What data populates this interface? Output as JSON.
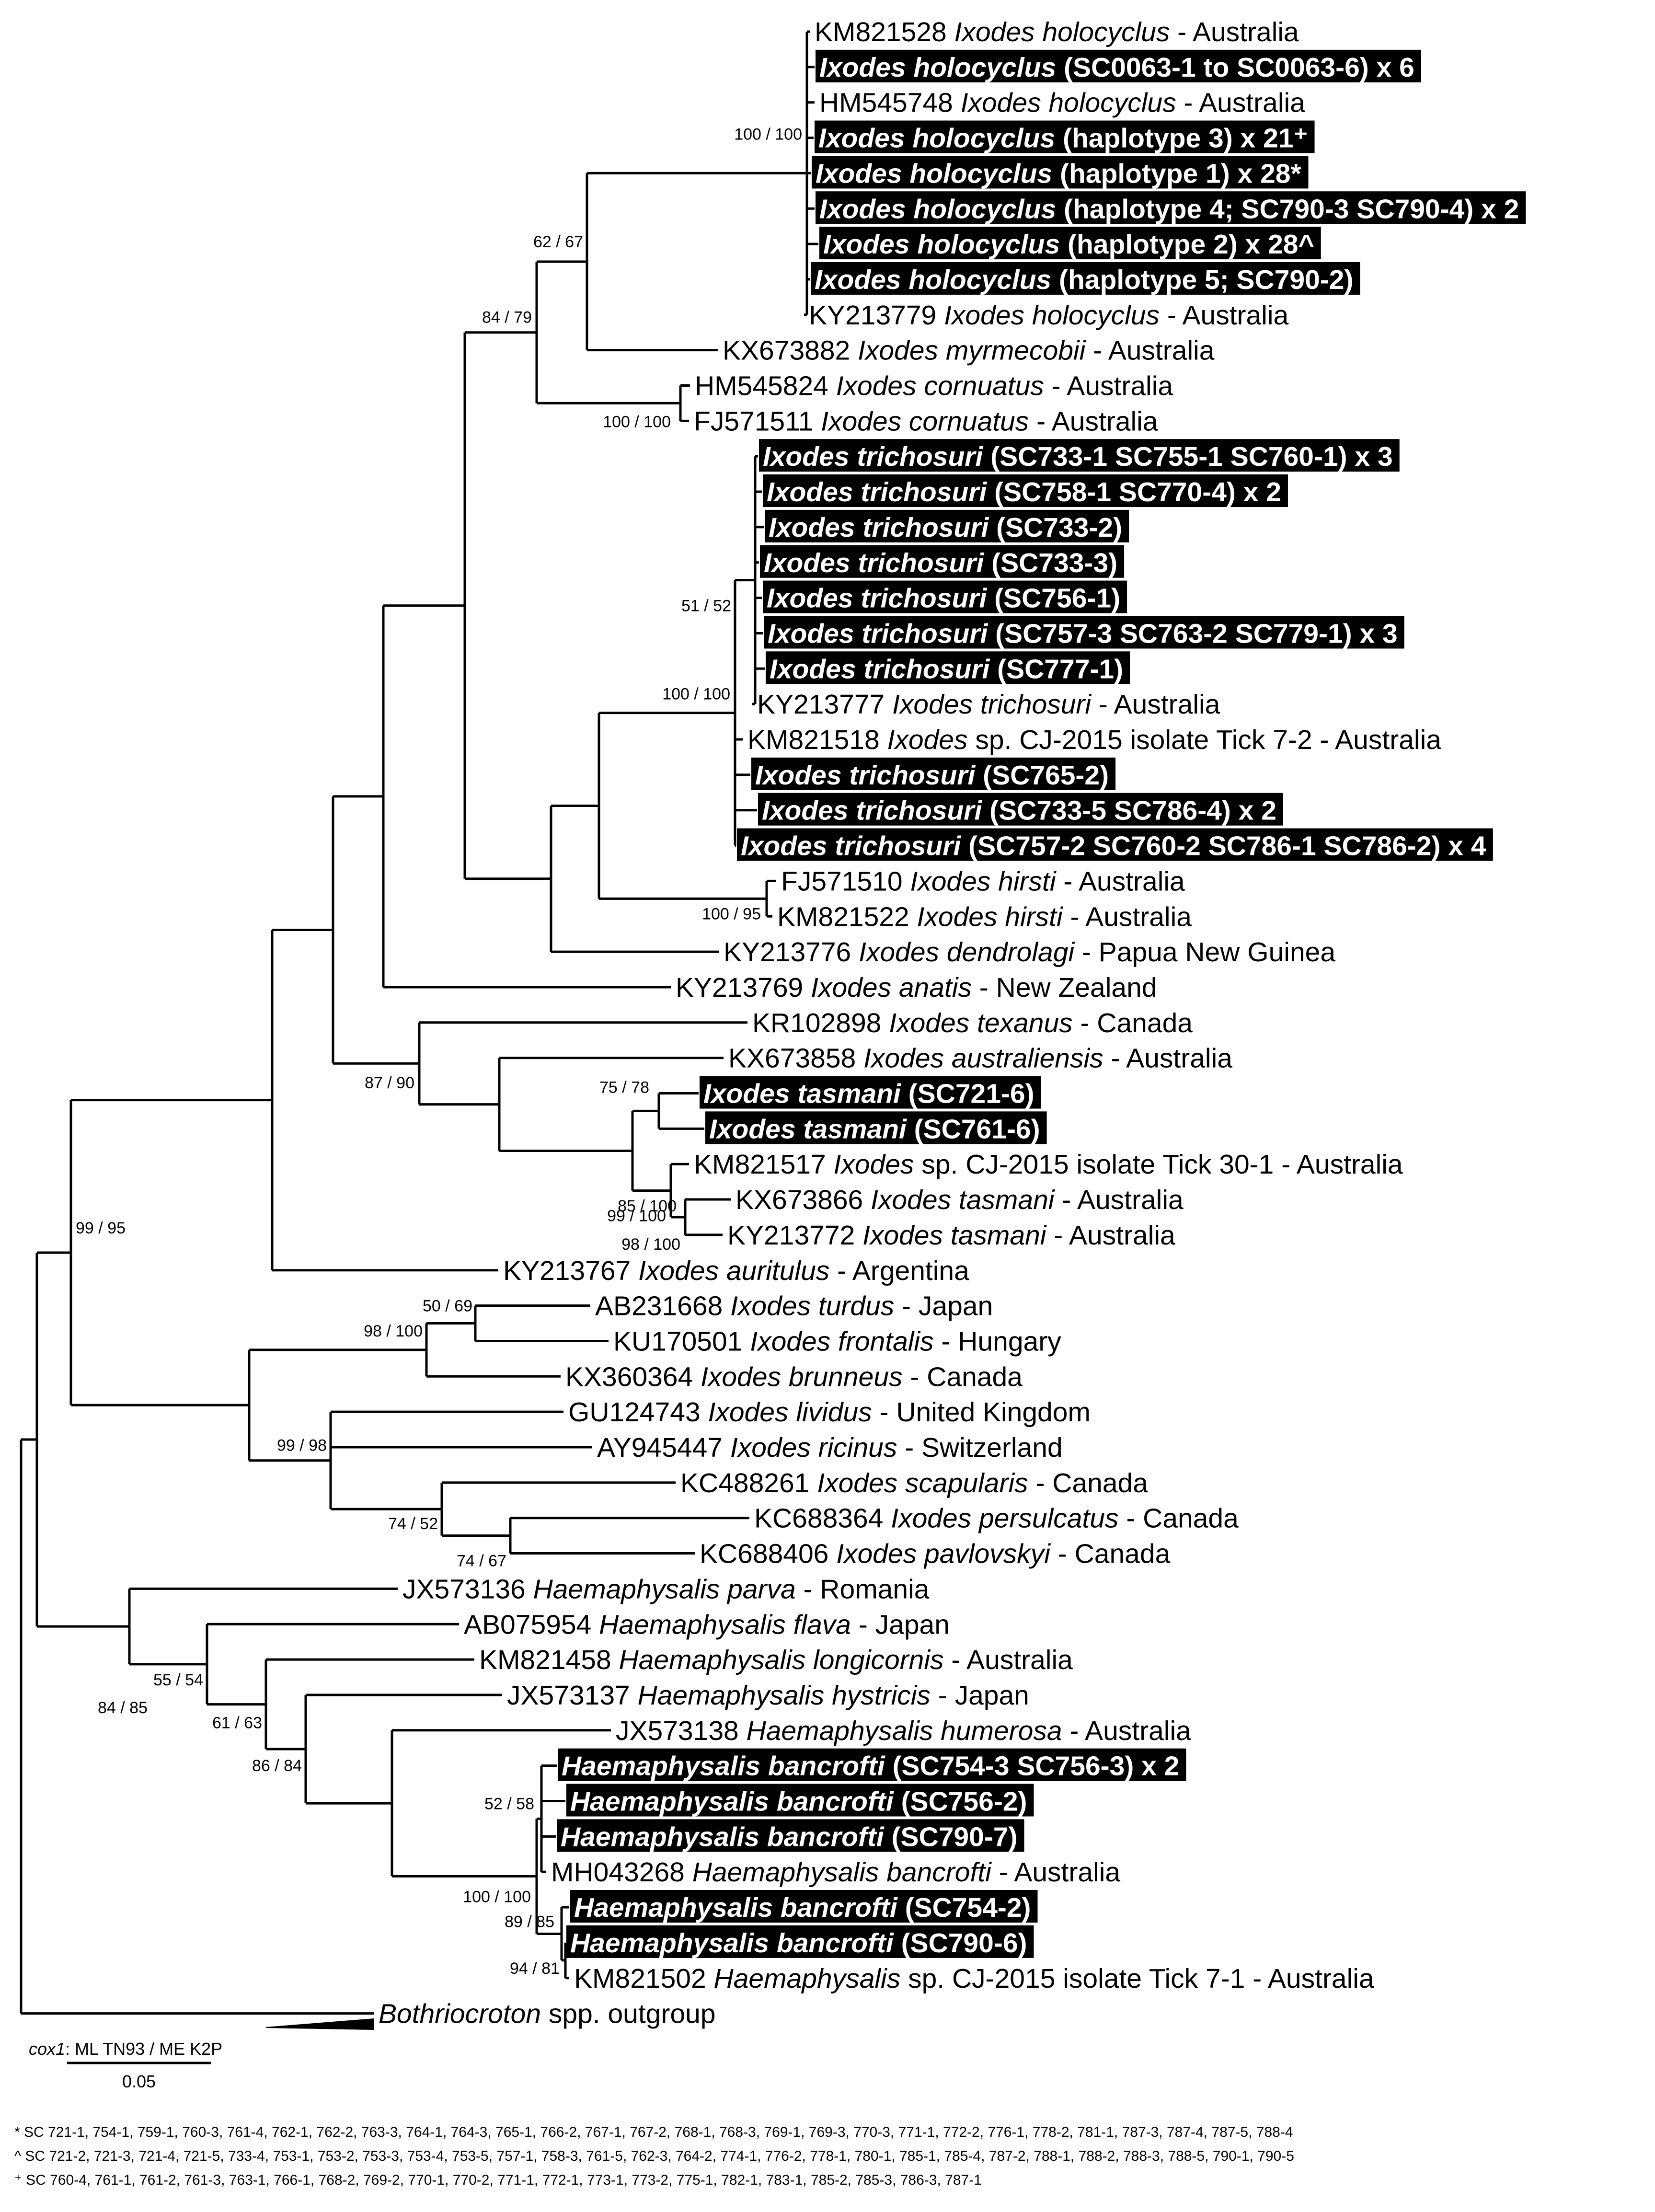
{
  "legend": {
    "method": "ML TN93 / ME K2P",
    "gene": "cox1",
    "scale": "0.05"
  },
  "tips": [
    {
      "id": "t1",
      "acc": "KM821528",
      "taxon": "Ixodes holocyclus",
      "rest": "",
      "loc": "Australia",
      "hl": false
    },
    {
      "id": "t2",
      "acc": "",
      "taxon": "Ixodes holocyclus",
      "rest": "(SC0063-1 to SC0063-6) x 6",
      "loc": "",
      "hl": true
    },
    {
      "id": "t3",
      "acc": "HM545748",
      "taxon": "Ixodes holocyclus",
      "rest": "",
      "loc": "Australia",
      "hl": false
    },
    {
      "id": "t4",
      "acc": "",
      "taxon": "Ixodes holocyclus",
      "rest": "(haplotype 3) x 21⁺",
      "loc": "",
      "hl": true
    },
    {
      "id": "t5",
      "acc": "",
      "taxon": "Ixodes holocyclus",
      "rest": "(haplotype 1) x 28*",
      "loc": "",
      "hl": true
    },
    {
      "id": "t6",
      "acc": "",
      "taxon": "Ixodes holocyclus",
      "rest": "(haplotype 4; SC790-3 SC790-4) x 2",
      "loc": "",
      "hl": true
    },
    {
      "id": "t7",
      "acc": "",
      "taxon": "Ixodes holocyclus",
      "rest": "(haplotype 2) x 28^",
      "loc": "",
      "hl": true
    },
    {
      "id": "t8",
      "acc": "",
      "taxon": "Ixodes holocyclus",
      "rest": "(haplotype 5; SC790-2)",
      "loc": "",
      "hl": true
    },
    {
      "id": "t9",
      "acc": "KY213779",
      "taxon": "Ixodes holocyclus",
      "rest": "",
      "loc": "Australia",
      "hl": false
    },
    {
      "id": "t10",
      "acc": "KX673882",
      "taxon": "Ixodes myrmecobii",
      "rest": "",
      "loc": "Australia",
      "hl": false
    },
    {
      "id": "t11",
      "acc": "HM545824",
      "taxon": "Ixodes cornuatus",
      "rest": "",
      "loc": "Australia",
      "hl": false
    },
    {
      "id": "t12",
      "acc": "FJ571511",
      "taxon": "Ixodes cornuatus",
      "rest": "",
      "loc": "Australia",
      "hl": false
    },
    {
      "id": "t13",
      "acc": "",
      "taxon": "Ixodes trichosuri",
      "rest": "(SC733-1 SC755-1 SC760-1) x 3",
      "loc": "",
      "hl": true
    },
    {
      "id": "t14",
      "acc": "",
      "taxon": "Ixodes trichosuri",
      "rest": "(SC758-1 SC770-4) x 2",
      "loc": "",
      "hl": true
    },
    {
      "id": "t15",
      "acc": "",
      "taxon": "Ixodes trichosuri",
      "rest": "(SC733-2)",
      "loc": "",
      "hl": true
    },
    {
      "id": "t16",
      "acc": "",
      "taxon": "Ixodes trichosuri",
      "rest": "(SC733-3)",
      "loc": "",
      "hl": true
    },
    {
      "id": "t17",
      "acc": "",
      "taxon": "Ixodes trichosuri",
      "rest": "(SC756-1)",
      "loc": "",
      "hl": true
    },
    {
      "id": "t18",
      "acc": "",
      "taxon": "Ixodes trichosuri",
      "rest": "(SC757-3 SC763-2 SC779-1) x 3",
      "loc": "",
      "hl": true
    },
    {
      "id": "t19",
      "acc": "",
      "taxon": "Ixodes trichosuri",
      "rest": "(SC777-1)",
      "loc": "",
      "hl": true
    },
    {
      "id": "t20",
      "acc": "KY213777",
      "taxon": "Ixodes trichosuri",
      "rest": "",
      "loc": "Australia",
      "hl": false
    },
    {
      "id": "t21",
      "acc": "KM821518",
      "taxon": "Ixodes",
      "rest": "sp. CJ-2015 isolate Tick 7-2",
      "loc": "Australia",
      "hl": false
    },
    {
      "id": "t22",
      "acc": "",
      "taxon": "Ixodes trichosuri",
      "rest": "(SC765-2)",
      "loc": "",
      "hl": true
    },
    {
      "id": "t23",
      "acc": "",
      "taxon": "Ixodes trichosuri",
      "rest": "(SC733-5 SC786-4) x 2",
      "loc": "",
      "hl": true
    },
    {
      "id": "t24",
      "acc": "",
      "taxon": "Ixodes trichosuri",
      "rest": "(SC757-2 SC760-2 SC786-1 SC786-2) x 4",
      "loc": "",
      "hl": true
    },
    {
      "id": "t25",
      "acc": "FJ571510",
      "taxon": "Ixodes hirsti",
      "rest": "",
      "loc": "Australia",
      "hl": false
    },
    {
      "id": "t26",
      "acc": "KM821522",
      "taxon": "Ixodes hirsti",
      "rest": "",
      "loc": "Australia",
      "hl": false
    },
    {
      "id": "t27",
      "acc": "KY213776",
      "taxon": "Ixodes dendrolagi",
      "rest": "",
      "loc": "Papua New Guinea",
      "hl": false
    },
    {
      "id": "t28",
      "acc": "KY213769",
      "taxon": "Ixodes anatis",
      "rest": "",
      "loc": "New Zealand",
      "hl": false
    },
    {
      "id": "t29",
      "acc": "KR102898",
      "taxon": "Ixodes texanus",
      "rest": "",
      "loc": "Canada",
      "hl": false
    },
    {
      "id": "t30",
      "acc": "KX673858",
      "taxon": "Ixodes australiensis",
      "rest": "",
      "loc": "Australia",
      "hl": false
    },
    {
      "id": "t31",
      "acc": "",
      "taxon": "Ixodes tasmani",
      "rest": "(SC721-6)",
      "loc": "",
      "hl": true
    },
    {
      "id": "t32",
      "acc": "",
      "taxon": "Ixodes tasmani",
      "rest": "(SC761-6)",
      "loc": "",
      "hl": true
    },
    {
      "id": "t33",
      "acc": "KM821517",
      "taxon": "Ixodes",
      "rest": "sp. CJ-2015 isolate Tick 30-1",
      "loc": "Australia",
      "hl": false
    },
    {
      "id": "t34",
      "acc": "KX673866",
      "taxon": "Ixodes tasmani",
      "rest": "",
      "loc": "Australia",
      "hl": false
    },
    {
      "id": "t35",
      "acc": "KY213772",
      "taxon": "Ixodes tasmani",
      "rest": "",
      "loc": "Australia",
      "hl": false
    },
    {
      "id": "t36",
      "acc": "KY213767",
      "taxon": "Ixodes auritulus",
      "rest": "",
      "loc": "Argentina",
      "hl": false
    },
    {
      "id": "t37",
      "acc": "AB231668",
      "taxon": "Ixodes turdus",
      "rest": "",
      "loc": "Japan",
      "hl": false
    },
    {
      "id": "t38",
      "acc": "KU170501",
      "taxon": "Ixodes frontalis",
      "rest": "",
      "loc": "Hungary",
      "hl": false
    },
    {
      "id": "t39",
      "acc": "KX360364",
      "taxon": "Ixodes brunneus",
      "rest": "",
      "loc": "Canada",
      "hl": false
    },
    {
      "id": "t40",
      "acc": "GU124743",
      "taxon": "Ixodes lividus",
      "rest": "",
      "loc": "United Kingdom",
      "hl": false
    },
    {
      "id": "t41",
      "acc": "AY945447",
      "taxon": "Ixodes ricinus",
      "rest": "",
      "loc": "Switzerland",
      "hl": false
    },
    {
      "id": "t42",
      "acc": "KC488261",
      "taxon": "Ixodes scapularis",
      "rest": "",
      "loc": "Canada",
      "hl": false
    },
    {
      "id": "t43",
      "acc": "KC688364",
      "taxon": "Ixodes persulcatus",
      "rest": "",
      "loc": "Canada",
      "hl": false
    },
    {
      "id": "t44",
      "acc": "KC688406",
      "taxon": "Ixodes pavlovskyi",
      "rest": "",
      "loc": "Canada",
      "hl": false
    },
    {
      "id": "t45",
      "acc": "JX573136",
      "taxon": "Haemaphysalis parva",
      "rest": "",
      "loc": "Romania",
      "hl": false
    },
    {
      "id": "t46",
      "acc": "AB075954",
      "taxon": "Haemaphysalis flava",
      "rest": "",
      "loc": "Japan",
      "hl": false
    },
    {
      "id": "t47",
      "acc": "KM821458",
      "taxon": "Haemaphysalis longicornis",
      "rest": "",
      "loc": "Australia",
      "hl": false
    },
    {
      "id": "t48",
      "acc": "JX573137",
      "taxon": "Haemaphysalis hystricis",
      "rest": "",
      "loc": "Japan",
      "hl": false
    },
    {
      "id": "t49",
      "acc": "JX573138",
      "taxon": "Haemaphysalis humerosa",
      "rest": "",
      "loc": "Australia",
      "hl": false
    },
    {
      "id": "t50",
      "acc": "",
      "taxon": "Haemaphysalis bancrofti",
      "rest": "(SC754-3 SC756-3) x 2",
      "loc": "",
      "hl": true
    },
    {
      "id": "t51",
      "acc": "",
      "taxon": "Haemaphysalis bancrofti",
      "rest": "(SC756-2)",
      "loc": "",
      "hl": true
    },
    {
      "id": "t52",
      "acc": "",
      "taxon": "Haemaphysalis bancrofti",
      "rest": "(SC790-7)",
      "loc": "",
      "hl": true
    },
    {
      "id": "t53",
      "acc": "MH043268",
      "taxon": "Haemaphysalis bancrofti",
      "rest": "",
      "loc": "Australia",
      "hl": false
    },
    {
      "id": "t54",
      "acc": "",
      "taxon": "Haemaphysalis bancrofti",
      "rest": "(SC754-2)",
      "loc": "",
      "hl": true
    },
    {
      "id": "t55",
      "acc": "",
      "taxon": "Haemaphysalis bancrofti",
      "rest": "(SC790-6)",
      "loc": "",
      "hl": true
    },
    {
      "id": "t56",
      "acc": "KM821502",
      "taxon": "Haemaphysalis",
      "rest": "sp. CJ-2015 isolate Tick 7-1",
      "loc": "Australia",
      "hl": false
    },
    {
      "id": "t57",
      "acc": "",
      "taxon": "Bothriocroton",
      "rest": "spp. outgroup",
      "loc": "",
      "hl": false
    }
  ],
  "supports": [
    "100 / 100",
    "62 / 67",
    "84 / 79",
    "100 / 100",
    "51 / 52",
    "100 / 100",
    "100 / 95",
    "75 / 78",
    "99 / 100",
    "85 / 100",
    "98 / 100",
    "87 / 90",
    "99 / 95",
    "50 / 69",
    "98 / 100",
    "99 / 98",
    "74 / 52",
    "74 / 67",
    "55 / 54",
    "61 / 63",
    "86 / 84",
    "52 / 58",
    "100 / 100",
    "89 / 85",
    "94 / 81",
    "84 / 85"
  ],
  "footnotes": [
    "* SC 721-1, 754-1, 759-1, 760-3, 761-4, 762-1, 762-2, 763-3, 764-1, 764-3, 765-1, 766-2, 767-1, 767-2, 768-1, 768-3, 769-1, 769-3, 770-3, 771-1, 772-2, 776-1, 778-2, 781-1, 787-3, 787-4, 787-5, 788-4",
    "^ SC 721-2, 721-3, 721-4, 721-5, 733-4, 753-1, 753-2, 753-3, 753-4, 753-5, 757-1, 758-3, 761-5, 762-3, 764-2, 774-1, 776-2, 778-1, 780-1, 785-1, 785-4, 787-2, 788-1, 788-2, 788-3, 788-5, 790-1, 790-5",
    "⁺ SC 760-4, 761-1, 761-2, 761-3, 763-1, 766-1, 768-2, 769-2, 770-1, 770-2, 771-1, 772-1, 773-1, 773-2, 775-1, 782-1, 783-1, 785-2, 785-3, 786-3, 787-1"
  ]
}
